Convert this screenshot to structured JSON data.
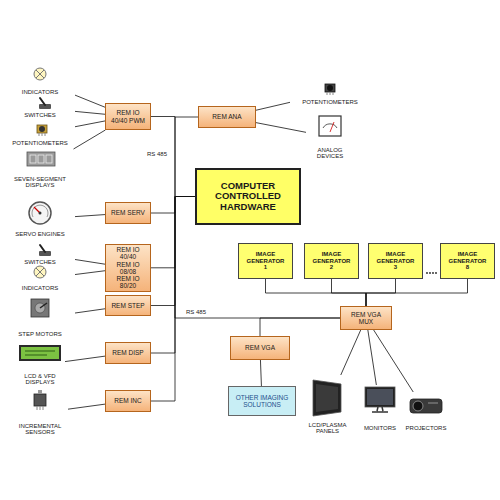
{
  "diagram": {
    "nodes": [
      {
        "text": [
          "INDICATORS"
        ]
      },
      {
        "text": [
          "SWITCHES"
        ]
      },
      {
        "text": [
          "POTENTIOMETERS"
        ]
      },
      {
        "text": [
          "SEVEN-SEGMENT DISPLAYS"
        ]
      },
      {
        "text": [
          "REM IO 40/40 PWM"
        ]
      },
      {
        "text": [
          "REM ANA"
        ]
      },
      {
        "text": [
          "POTENTIOMETERS"
        ]
      },
      {
        "text": [
          "ANALOG DEVICES"
        ]
      },
      {
        "text": [
          "COMPUTER CONTROLLED HARDWARE"
        ]
      },
      {
        "text": [
          "SERVO ENGINES"
        ]
      },
      {
        "text": [
          "REM SERV"
        ]
      },
      {
        "text": [
          "SWITCHES"
        ]
      },
      {
        "text": [
          "INDICATORS"
        ]
      },
      {
        "text": [
          "REM IO 40/40",
          "REM IO 08/08",
          "REM IO 80/20"
        ]
      },
      {
        "text": [
          "IMAGE GENERATOR 1"
        ]
      },
      {
        "text": [
          "IMAGE GENERATOR 2"
        ]
      },
      {
        "text": [
          "IMAGE GENERATOR 3"
        ]
      },
      {
        "text": [
          "IMAGE GENERATOR 8"
        ]
      },
      {
        "text": [
          "STEP MOTORS"
        ]
      },
      {
        "text": [
          "REM STEP"
        ]
      },
      {
        "text": [
          "REM VGA MUX"
        ]
      },
      {
        "text": [
          "LCD & VFD DISPLAYS"
        ]
      },
      {
        "text": [
          "REM DISP"
        ]
      },
      {
        "text": [
          "REM VGA"
        ]
      },
      {
        "text": [
          "INCREMENTAL SENSORS"
        ]
      },
      {
        "text": [
          "REM INC"
        ]
      },
      {
        "text": [
          "OTHER IMAGING SOLUTIONS"
        ]
      },
      {
        "text": [
          "LCD/PLASMA PANELS"
        ]
      },
      {
        "text": [
          "MONITORS"
        ]
      },
      {
        "text": [
          "PROJECTORS"
        ]
      }
    ],
    "edges": [
      {
        "from": 0,
        "to": 4,
        "arrow": "none"
      },
      {
        "from": 1,
        "to": 4,
        "arrow": "none"
      },
      {
        "from": 2,
        "to": 4,
        "arrow": "none"
      },
      {
        "from": 3,
        "to": 4,
        "arrow": "none"
      },
      {
        "from": 8,
        "to": 4,
        "arrow": "none"
      },
      {
        "from": 8,
        "to": 5,
        "arrow": "none"
      },
      {
        "from": 8,
        "to": 10,
        "arrow": "none"
      },
      {
        "from": 8,
        "to": 13,
        "arrow": "none"
      },
      {
        "from": 8,
        "to": 19,
        "arrow": "none"
      },
      {
        "from": 8,
        "to": 22,
        "arrow": "none"
      },
      {
        "from": 8,
        "to": 25,
        "arrow": "none"
      },
      {
        "from": 8,
        "to": 20,
        "arrow": "none"
      },
      {
        "from": 5,
        "to": 6,
        "arrow": "none"
      },
      {
        "from": 5,
        "to": 7,
        "arrow": "none"
      },
      {
        "from": 9,
        "to": 10,
        "arrow": "none"
      },
      {
        "from": 11,
        "to": 13,
        "arrow": "none"
      },
      {
        "from": 12,
        "to": 13,
        "arrow": "none"
      },
      {
        "from": 18,
        "to": 19,
        "arrow": "none"
      },
      {
        "from": 21,
        "to": 22,
        "arrow": "none"
      },
      {
        "from": 24,
        "to": 25,
        "arrow": "none"
      },
      {
        "from": 14,
        "to": 20,
        "arrow": "none"
      },
      {
        "from": 15,
        "to": 20,
        "arrow": "none"
      },
      {
        "from": 16,
        "to": 20,
        "arrow": "none"
      },
      {
        "from": 17,
        "to": 20,
        "arrow": "none"
      },
      {
        "from": 20,
        "to": 23,
        "arrow": "none"
      },
      {
        "from": 23,
        "to": 26,
        "arrow": "none"
      },
      {
        "from": 20,
        "to": 27,
        "arrow": "none"
      },
      {
        "from": 20,
        "to": 28,
        "arrow": "none"
      },
      {
        "from": 20,
        "to": 29,
        "arrow": "none"
      }
    ],
    "labels": [
      "RS 485",
      "RS 485"
    ]
  }
}
